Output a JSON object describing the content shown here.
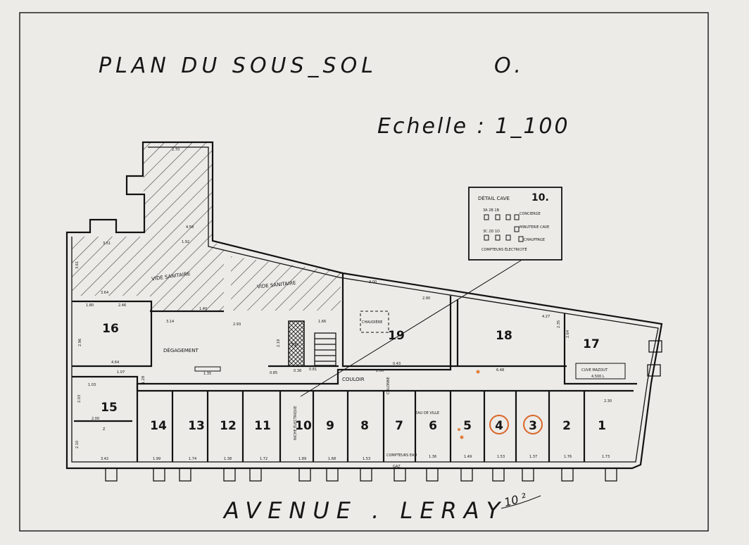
{
  "title": "PLAN DU SOUS_SOL",
  "level": "O.",
  "scale": "Echelle : 1_100",
  "street": "AVENUE . LERAY",
  "annotation": "10 ²",
  "detail_box": {
    "heading": "DÉTAIL CAVE",
    "heading_number": "10.",
    "row1_codes": "3A 2B 1B",
    "row1_label": "CONCIERGE",
    "row2_codes": "3C 2D 1D",
    "row2_label": "MINUTERIE CAVE",
    "row3_label": "CHAUFFAGE",
    "footer": "COMPTEURS ÉLECTRICITÉ"
  },
  "zone_labels": {
    "vide_sanitaire_1": "VIDE SANITAIRE",
    "vide_sanitaire_2": "VIDE SANITAIRE",
    "degagement": "DÉGAGEMENT",
    "couloir": "COULOIR",
    "tp": "T.P.",
    "chaudiere": "CHAUDIÈRE",
    "cuve": "CUVE MAZOUT",
    "cuve_capacity": "4.500 L",
    "compteurs": "COMPTEURS EAU",
    "colonne": "COLONNE",
    "gaz": "GAZ",
    "niche": "NICHE ÉLECTRIQUE",
    "eau_de_ville": "EAU DE VILLE",
    "cave_15_sub": "Z"
  },
  "rooms": {
    "r1": "1",
    "r2": "2",
    "r3": "3",
    "r4": "4",
    "r5": "5",
    "r6": "6",
    "r7": "7",
    "r8": "8",
    "r9": "9",
    "r10": "10",
    "r11": "11",
    "r12": "12",
    "r13": "13",
    "r14": "14",
    "r15": "15",
    "r16": "16",
    "r17": "17",
    "r18": "18",
    "r19": "19"
  },
  "dimensions": {
    "d_top": "2.70",
    "d_upper_left": "3.51",
    "d_vs_mid": "4.58",
    "d_vs_low": "1.92",
    "d_left_top": "3.61",
    "d_left_mid": "3.64",
    "d_alley": "1.40",
    "d_16_top": "1.80",
    "d_16_top2": "2.46",
    "d_16_left": "2.96",
    "d_16_bottom": "4.64",
    "d_16_under": "1.07",
    "d_15_top": "1.03",
    "d_15_left": "2.03",
    "d_15_mid": "2.00",
    "d_15_lower": "2.10",
    "d_15_bottom": "3.42",
    "d_deg_top": "3.14",
    "d_deg_mid": "2.93",
    "d_deg_left": "1.28",
    "d_deg_inner": "1.35",
    "d_deg_right": "0.85",
    "d_tp_top": "1.66",
    "d_tp_side": "2.19",
    "d_tp_bottom": "0.38",
    "d_stair": "0.81",
    "d_19_top": "3.00",
    "d_19_mid": "2.00",
    "d_19_bottom": "0.43",
    "d_18_top": "2.90",
    "d_18_right": "4.27",
    "d_18_side": "2.35",
    "d_18_bottom": "6.48",
    "d_17_left": "2.64",
    "d_17_bottom": "2.30",
    "d_14": "1.99",
    "d_13": "1.74",
    "d_12": "1.38",
    "d_11": "1.72",
    "d_10": "1.89",
    "d_9": "1.68",
    "d_8": "1.53",
    "d_6": "1.36",
    "d_5": "1.49",
    "d_4": "1.53",
    "d_3": "1.37",
    "d_2": "1.76",
    "d_1": "1.73"
  },
  "colors": {
    "paper": "#ecebe7",
    "ink": "#111111",
    "hatch": "#222222",
    "highlight_circle": "#d9662a",
    "marker_dot": "#e0803f"
  }
}
